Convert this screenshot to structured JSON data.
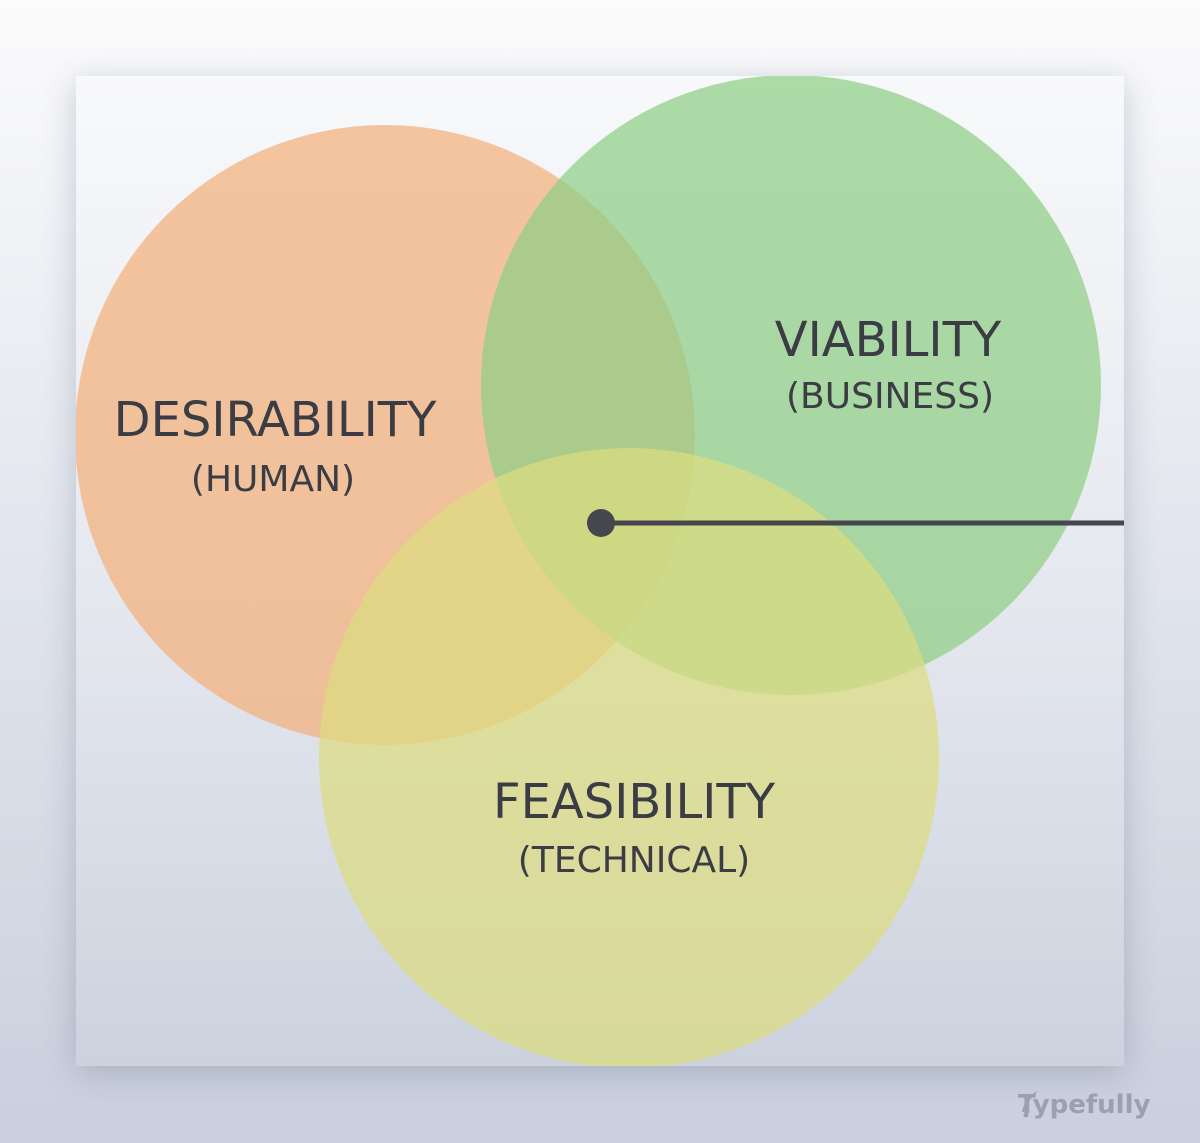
{
  "diagram": {
    "type": "venn",
    "sets": [
      {
        "title": "DESIRABILITY",
        "subtitle": "(HUMAN)",
        "color": "#f3b07a"
      },
      {
        "title": "VIABILITY",
        "subtitle": "(BUSINESS)",
        "color": "#8fcf85"
      },
      {
        "title": "FEASIBILITY",
        "subtitle": "(TECHNICAL)",
        "color": "#dcdc80"
      }
    ],
    "pointer_color": "#45464e"
  },
  "watermark": {
    "text": "Typefully",
    "icon": "feather-icon"
  }
}
